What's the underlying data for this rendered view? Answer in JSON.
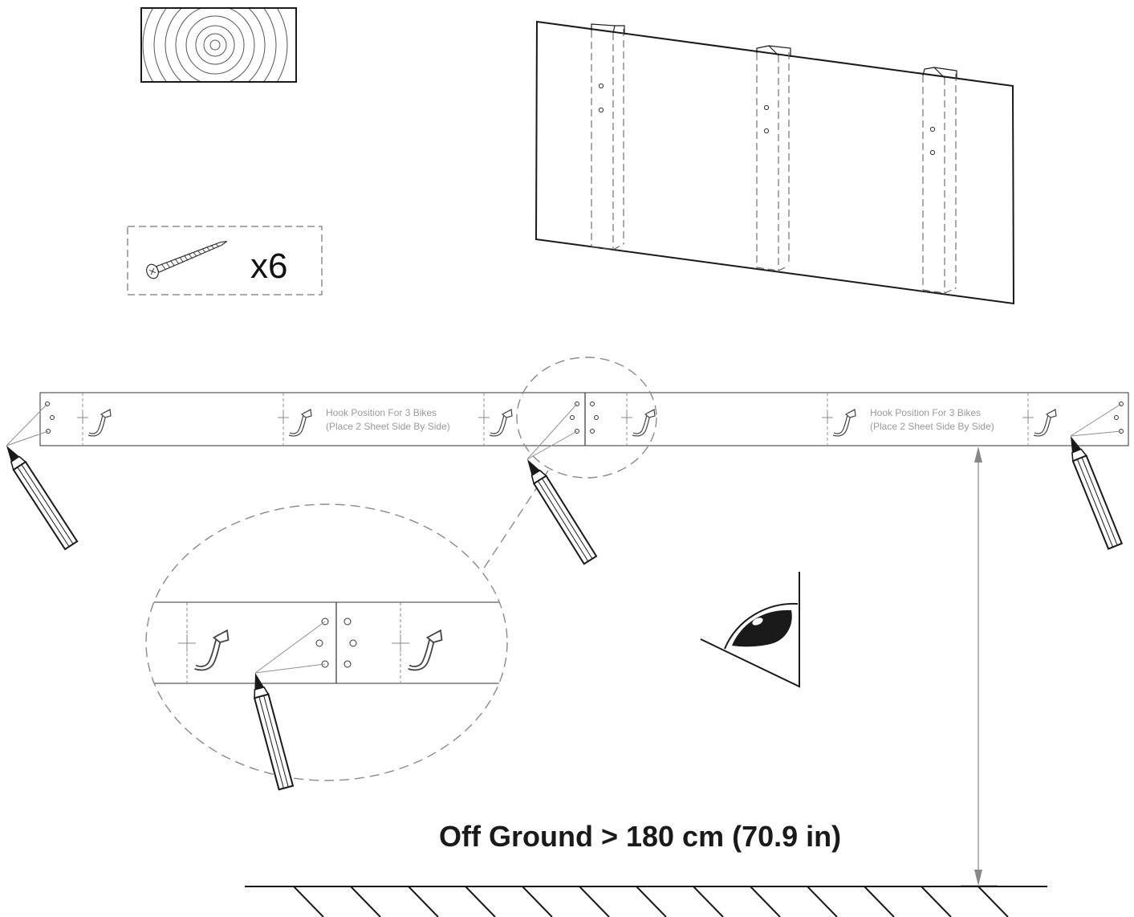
{
  "parts": {
    "wood_block_icon": "wood-grain-icon",
    "screw_icon": "screw-icon",
    "screw_quantity": "x6"
  },
  "strip": {
    "left_note_line1": "Hook Position For 3 Bikes",
    "left_note_line2": "(Place 2 Sheet Side By Side)",
    "right_note_line1": "Hook Position For 3 Bikes",
    "right_note_line2": "(Place 2 Sheet Side By Side)"
  },
  "measurement": {
    "label": "Off Ground > 180 cm (70.9 in)"
  },
  "icons": [
    "wood-grain-icon",
    "screw-icon",
    "hook-icon",
    "pencil-icon",
    "eye-icon",
    "ground-hatch-icon",
    "height-arrow-icon"
  ]
}
